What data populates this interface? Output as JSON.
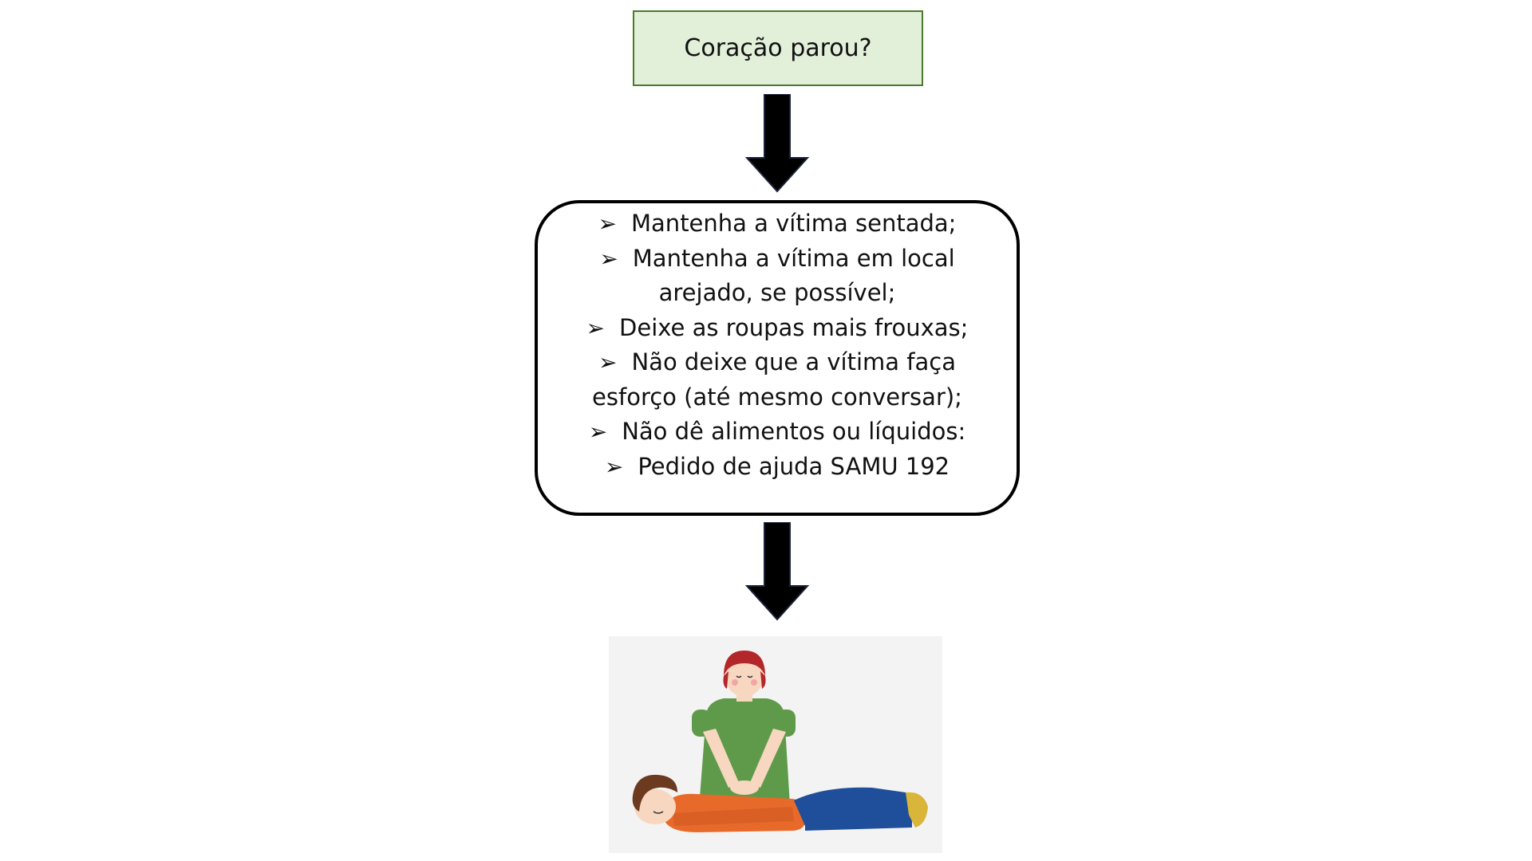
{
  "diagram": {
    "start": {
      "label": "Coração parou?",
      "fill": "#e2efd9",
      "border": "#4a7a2e"
    },
    "bullet_glyph": "➢",
    "steps": [
      "Mantenha a vítima sentada;",
      "Mantenha a vítima em local arejado, se possível;",
      "Deixe as roupas mais frouxas;",
      "Não deixe que a vítima faça esforço (até mesmo conversar);",
      "Não dê alimentos ou líquidos:",
      "Pedido de ajuda SAMU 192"
    ],
    "arrow_color": "#000000",
    "illustration": {
      "subject": "cpr-illustration",
      "colors": {
        "rescuer_hair": "#b3262a",
        "rescuer_shirt": "#5f9a4b",
        "victim_shirt": "#e86a2a",
        "victim_pants": "#1f4e9a",
        "victim_hair": "#6b3a1f",
        "skin": "#f7d7c0",
        "shoe": "#d9b53a"
      }
    }
  }
}
